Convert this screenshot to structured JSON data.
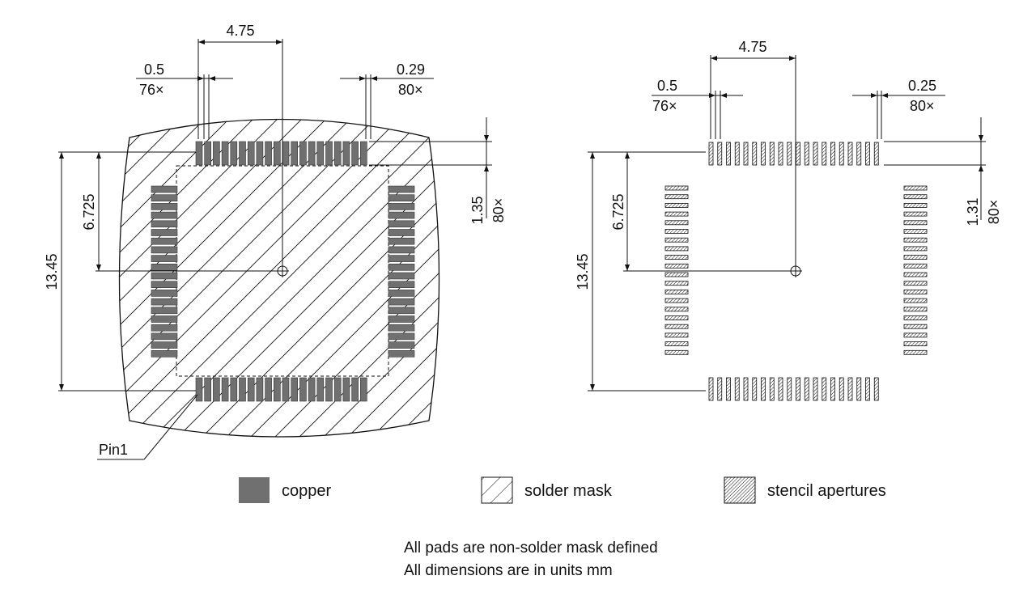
{
  "left_view": {
    "dim_pitch_pair": "4.75",
    "dim_pad_width": "0.5",
    "dim_pad_width_count": "76×",
    "dim_mask_width": "0.29",
    "dim_mask_width_count": "80×",
    "dim_pad_length": "1.35",
    "dim_pad_length_count": "80×",
    "dim_half_span": "6.725",
    "dim_full_span": "13.45",
    "pin1_label": "Pin1"
  },
  "right_view": {
    "dim_pitch_pair": "4.75",
    "dim_pad_width": "0.5",
    "dim_pad_width_count": "76×",
    "dim_aperture_width": "0.25",
    "dim_aperture_width_count": "80×",
    "dim_aperture_length": "1.31",
    "dim_aperture_length_count": "80×",
    "dim_half_span": "6.725",
    "dim_full_span": "13.45"
  },
  "legend": {
    "copper": "copper",
    "solder_mask": "solder mask",
    "stencil_apertures": "stencil apertures"
  },
  "notes": {
    "line1": "All pads are non-solder mask defined",
    "line2": "All dimensions are in units mm"
  },
  "colors": {
    "copper": "#707070",
    "line": "#111111",
    "background": "#ffffff"
  }
}
